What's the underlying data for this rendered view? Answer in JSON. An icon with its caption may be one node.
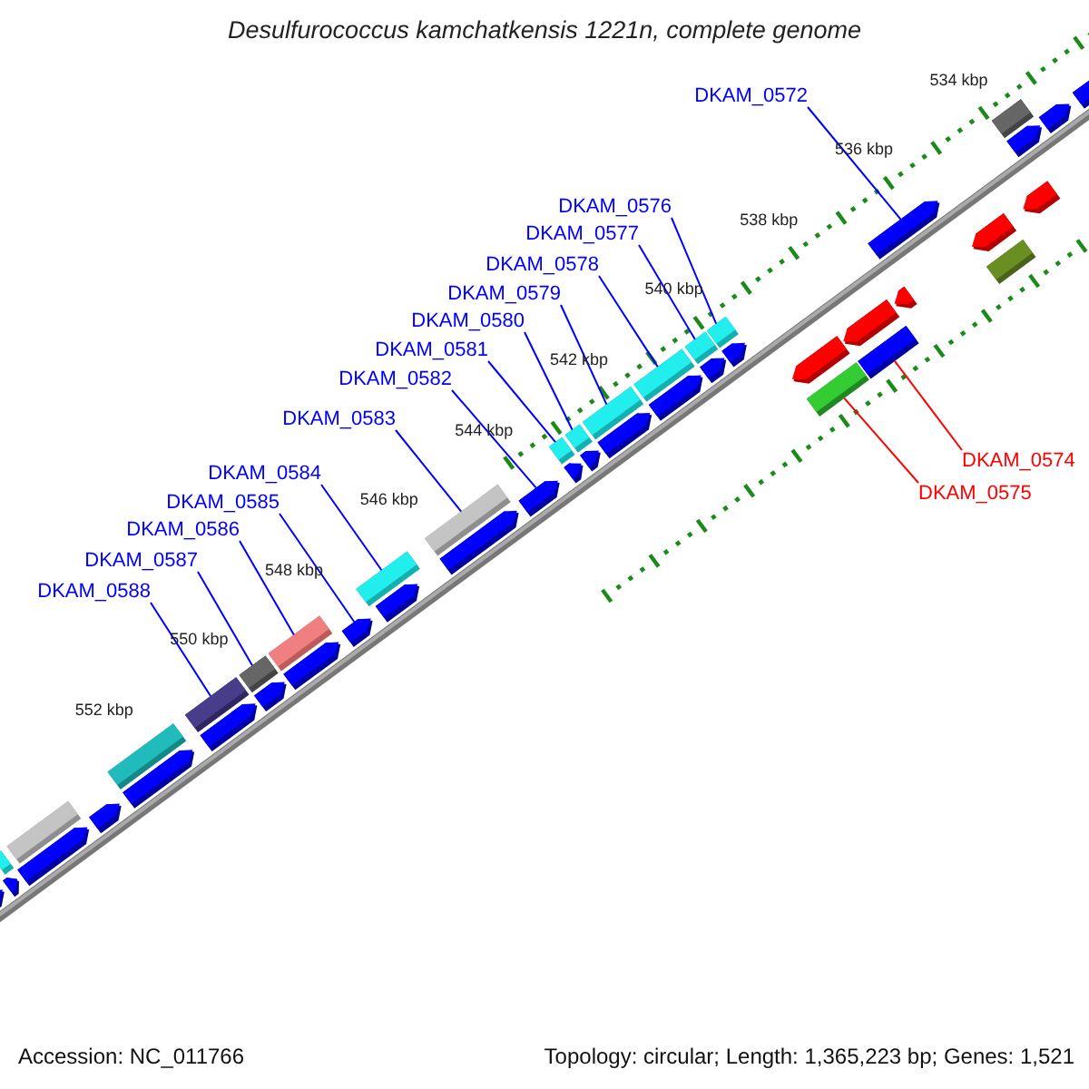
{
  "diagram": {
    "title": "Desulfurococcus kamchatkensis 1221n, complete genome",
    "nodes": [
      {
        "text": [
          "DKAM_0572"
        ]
      },
      {
        "text": [
          "DKAM_0576"
        ]
      },
      {
        "text": [
          "DKAM_0577"
        ]
      },
      {
        "text": [
          "DKAM_0578"
        ]
      },
      {
        "text": [
          "DKAM_0579"
        ]
      },
      {
        "text": [
          "DKAM_0580"
        ]
      },
      {
        "text": [
          "DKAM_0581"
        ]
      },
      {
        "text": [
          "DKAM_0582"
        ]
      },
      {
        "text": [
          "DKAM_0583"
        ]
      },
      {
        "text": [
          "DKAM_0584"
        ]
      },
      {
        "text": [
          "DKAM_0585"
        ]
      },
      {
        "text": [
          "DKAM_0586"
        ]
      },
      {
        "text": [
          "DKAM_0587"
        ]
      },
      {
        "text": [
          "DKAM_0588"
        ]
      },
      {
        "text": [
          "DKAM_0574"
        ]
      },
      {
        "text": [
          "DKAM_0575"
        ]
      },
      {
        "text": [],
        "shape": "arrow"
      },
      {
        "text": [],
        "shape": "bar"
      },
      {
        "text": [],
        "shape": "arrow"
      },
      {
        "text": [],
        "shape": "bar"
      },
      {
        "text": [],
        "shape": "arrow"
      },
      {
        "text": [],
        "shape": "arrow"
      },
      {
        "text": [],
        "shape": "bar"
      },
      {
        "text": [],
        "shape": "arrow"
      },
      {
        "text": [],
        "shape": "bar"
      },
      {
        "text": [],
        "shape": "arrow"
      },
      {
        "text": [],
        "shape": "bar"
      },
      {
        "text": [],
        "shape": "arrow"
      },
      {
        "text": [],
        "shape": "bar"
      },
      {
        "text": [],
        "shape": "arrow"
      },
      {
        "text": [],
        "shape": "arrow"
      },
      {
        "text": [],
        "shape": "bar"
      },
      {
        "text": [],
        "shape": "arrow"
      },
      {
        "text": [],
        "shape": "bar"
      },
      {
        "text": [],
        "shape": "arrow"
      },
      {
        "text": [],
        "shape": "arrow"
      },
      {
        "text": [],
        "shape": "bar"
      },
      {
        "text": [],
        "shape": "arrow"
      },
      {
        "text": [],
        "shape": "bar"
      },
      {
        "text": [],
        "shape": "arrow"
      },
      {
        "text": [],
        "shape": "bar"
      },
      {
        "text": [],
        "shape": "arrow"
      },
      {
        "text": [],
        "shape": "bar"
      },
      {
        "text": [],
        "shape": "arrow"
      },
      {
        "text": [],
        "shape": "bar"
      },
      {
        "text": [],
        "shape": "arrow"
      },
      {
        "text": [],
        "shape": "bar"
      },
      {
        "text": [],
        "shape": "arrow"
      },
      {
        "text": [],
        "shape": "arrow"
      },
      {
        "text": [],
        "shape": "bar"
      },
      {
        "text": [],
        "shape": "arrow"
      },
      {
        "text": [],
        "shape": "bar"
      },
      {
        "text": [],
        "shape": "arrow"
      },
      {
        "text": [],
        "shape": "arrow"
      },
      {
        "text": [],
        "shape": "arrow"
      },
      {
        "text": [],
        "shape": "bar"
      },
      {
        "text": [],
        "shape": "arrow"
      },
      {
        "text": [],
        "shape": "bar"
      },
      {
        "text": [],
        "shape": "arrow"
      },
      {
        "text": [],
        "shape": "arrow"
      },
      {
        "text": [],
        "shape": "arrow"
      }
    ],
    "edges": [
      {
        "from": 0,
        "to": 53,
        "arrow": "none"
      },
      {
        "from": 1,
        "to": 46,
        "arrow": "none"
      },
      {
        "from": 2,
        "to": 44,
        "arrow": "none"
      },
      {
        "from": 3,
        "to": 42,
        "arrow": "none"
      },
      {
        "from": 4,
        "to": 40,
        "arrow": "none"
      },
      {
        "from": 5,
        "to": 38,
        "arrow": "none"
      },
      {
        "from": 6,
        "to": 36,
        "arrow": "none"
      },
      {
        "from": 7,
        "to": 35,
        "arrow": "none"
      },
      {
        "from": 8,
        "to": 33,
        "arrow": "none"
      },
      {
        "from": 9,
        "to": 31,
        "arrow": "none"
      },
      {
        "from": 10,
        "to": 30,
        "arrow": "none"
      },
      {
        "from": 11,
        "to": 28,
        "arrow": "none"
      },
      {
        "from": 12,
        "to": 26,
        "arrow": "none"
      },
      {
        "from": 13,
        "to": 24,
        "arrow": "none"
      },
      {
        "from": 14,
        "to": 51,
        "arrow": "none",
        "color": "#ff0000"
      },
      {
        "from": 15,
        "to": 49,
        "arrow": "none",
        "color": "#ff0000"
      }
    ],
    "labels": [
      "534 kbp",
      "536 kbp",
      "538 kbp",
      "540 kbp",
      "542 kbp",
      "544 kbp",
      "546 kbp",
      "548 kbp",
      "550 kbp",
      "552 kbp",
      "Accession: NC_011766",
      "Topology: circular; Length: 1,365,223 bp; Genes: 1,521"
    ]
  }
}
